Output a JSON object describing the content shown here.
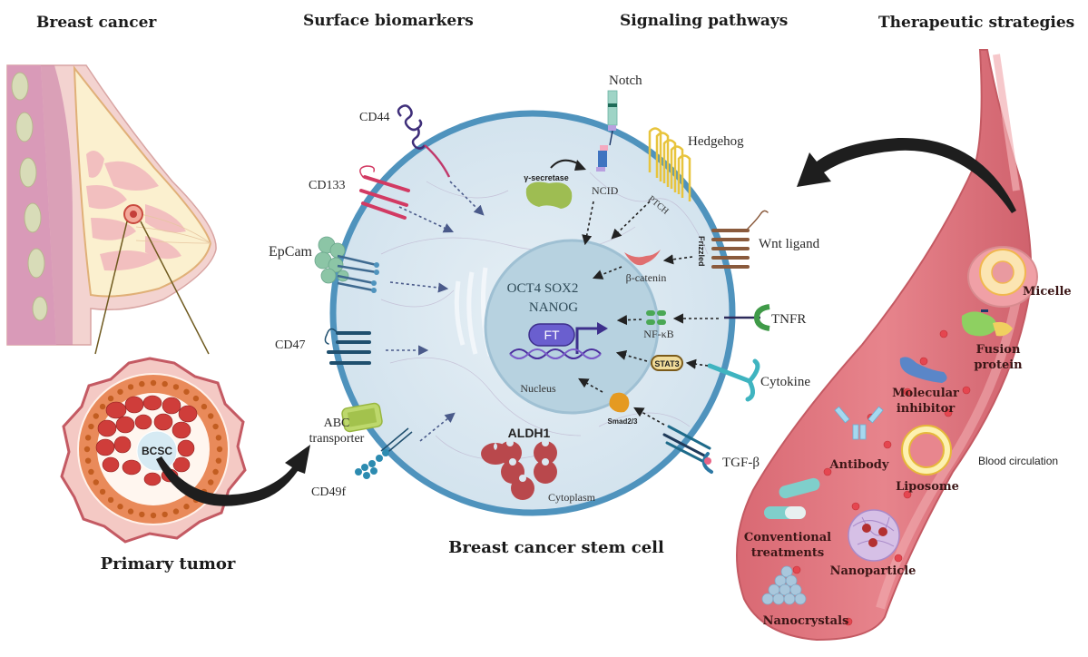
{
  "headers": {
    "breast_cancer": "Breast cancer",
    "surface_biomarkers": "Surface biomarkers",
    "signaling_pathways": "Signaling pathways",
    "therapeutic_strategies": "Therapeutic strategies"
  },
  "tumor": {
    "bcsc_label": "BCSC",
    "caption": "Primary tumor"
  },
  "surface_biomarkers": [
    "CD44",
    "CD133",
    "EpCam",
    "CD47",
    "ABC transporter",
    "CD49f"
  ],
  "abc_lines": [
    "ABC",
    "transporter"
  ],
  "cell": {
    "caption": "Breast cancer stem cell",
    "nucleus_label": "Nucleus",
    "cytoplasm_label": "Cytoplasm",
    "transcription_factors": {
      "line1": "OCT4  SOX2",
      "line2": "NANOG"
    },
    "ft_label": "FT",
    "aldh1_label": "ALDH1"
  },
  "signaling": {
    "notch": "Notch",
    "gamma_secretase": "γ-secretase",
    "ncid": "NCID",
    "hedgehog": "Hedgehog",
    "ptch": "PTCH",
    "wnt_ligand": "Wnt ligand",
    "frizzled": "Frizzled",
    "beta_catenin": "β-catenin",
    "tnfr": "TNFR",
    "nfkb": "NF-κB",
    "cytokine": "Cytokine",
    "stat3": "STAT3",
    "tgfb": "TGF-β",
    "smad": "Smad2/3"
  },
  "therapeutics": {
    "micelle": "Micelle",
    "fusion_protein": [
      "Fusion",
      "protein"
    ],
    "molecular_inhibitor": [
      "Molecular",
      "inhibitor"
    ],
    "antibody": "Antibody",
    "liposome": "Liposome",
    "conventional_treatments": [
      "Conventional",
      "treatments"
    ],
    "nanoparticle": "Nanoparticle",
    "nanocrystals": "Nanocrystals",
    "blood_circulation": "Blood circulation"
  },
  "colors": {
    "membrane": "#4f93bd",
    "cytoplasm": "#dbe8f1",
    "nucleus": "#b7d2e0",
    "vessel": "#d86f78",
    "vessel_light": "#eea0a5",
    "tumor_cells": "#e98a5a",
    "cancer_cells": "#cf3d3a"
  }
}
